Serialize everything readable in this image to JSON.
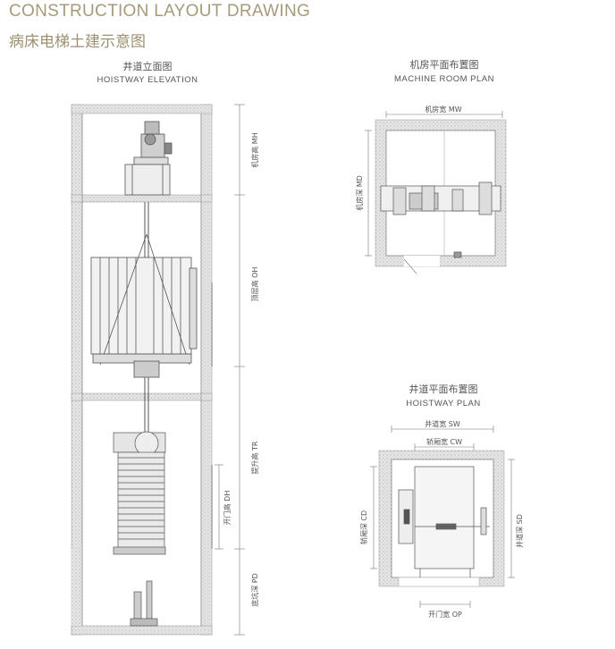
{
  "header": {
    "title_en": "CONSTRUCTION LAYOUT DRAWING",
    "title_cn": "病床电梯土建示意图"
  },
  "hoistway_elevation": {
    "title_cn": "井道立面图",
    "title_en": "HOISTWAY ELEVATION",
    "dims": {
      "mh": "机房高  MH",
      "oh": "顶层高  OH",
      "tr": "提升高  TR",
      "dh": "开门高  DH",
      "pd": "底坑深  PD"
    }
  },
  "machine_room_plan": {
    "title_cn": "机房平面布置图",
    "title_en": "MACHINE ROOM PLAN",
    "dims": {
      "mw": "机房宽  MW",
      "md": "机房深  MD"
    }
  },
  "hoistway_plan": {
    "title_cn": "井道平面布置图",
    "title_en": "HOISTWAY PLAN",
    "dims": {
      "sw": "井道宽  SW",
      "cw": "轿厢宽  CW",
      "cd": "轿厢深  CD",
      "sd": "井道深  SD",
      "op": "开门宽  OP"
    }
  },
  "colors": {
    "header": "#a69a7a",
    "line": "#666666",
    "wall": "#bdbdbd"
  }
}
